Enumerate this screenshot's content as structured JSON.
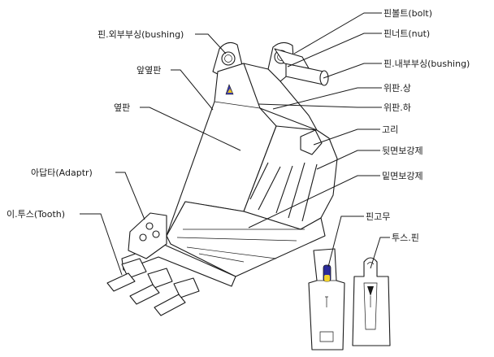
{
  "labels": {
    "pin_bolt": "핀볼트(bolt)",
    "pin_nut": "핀너트(nut)",
    "pin_outer_bushing": "핀.외부부싱(bushing)",
    "pin_inner_bushing": "핀.내부부싱(bushing)",
    "front_side_plate": "앞옆판",
    "top_plate_upper": "위판.상",
    "top_plate_lower": "위판.하",
    "side_plate": "옆판",
    "hook": "고리",
    "rear_reinforcement": "뒷면보강제",
    "bottom_reinforcement": "밑면보강제",
    "adapter": "아답타(Adaptr)",
    "tooth": "이.투스(Tooth)",
    "pin_rubber": "핀고무",
    "tooth_pin": "투스.핀"
  }
}
